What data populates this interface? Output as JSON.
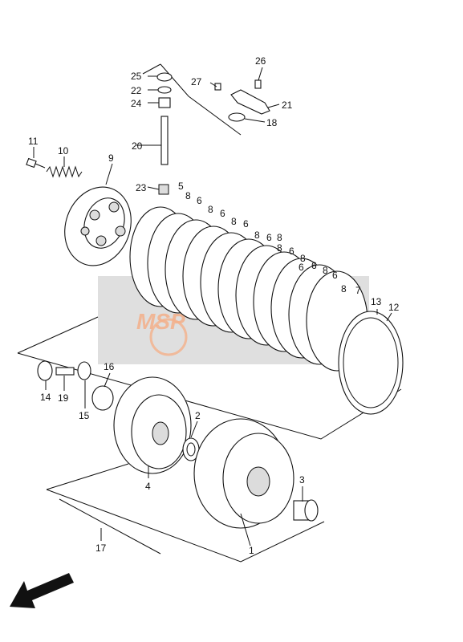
{
  "watermark": {
    "text": "MSP",
    "box_color": "#d9d9d9",
    "logo_color": "#f4b08a"
  },
  "parts": [
    {
      "id": "p1",
      "label": "1"
    },
    {
      "id": "p2",
      "label": "2"
    },
    {
      "id": "p3",
      "label": "3"
    },
    {
      "id": "p4",
      "label": "4"
    },
    {
      "id": "p5",
      "label": "5"
    },
    {
      "id": "p6a",
      "label": "6"
    },
    {
      "id": "p6b",
      "label": "6"
    },
    {
      "id": "p6c",
      "label": "6"
    },
    {
      "id": "p6d",
      "label": "6"
    },
    {
      "id": "p6e",
      "label": "6"
    },
    {
      "id": "p6f",
      "label": "6"
    },
    {
      "id": "p6g",
      "label": "6"
    },
    {
      "id": "p6h",
      "label": "6"
    },
    {
      "id": "p7",
      "label": "7"
    },
    {
      "id": "p8a",
      "label": "8"
    },
    {
      "id": "p8b",
      "label": "8"
    },
    {
      "id": "p8c",
      "label": "8"
    },
    {
      "id": "p8d",
      "label": "8"
    },
    {
      "id": "p8e",
      "label": "8"
    },
    {
      "id": "p8f",
      "label": "8"
    },
    {
      "id": "p8g",
      "label": "8"
    },
    {
      "id": "p8h",
      "label": "8"
    },
    {
      "id": "p8i",
      "label": "8"
    },
    {
      "id": "p9",
      "label": "9"
    },
    {
      "id": "p10",
      "label": "10"
    },
    {
      "id": "p11",
      "label": "11"
    },
    {
      "id": "p12",
      "label": "12"
    },
    {
      "id": "p13",
      "label": "13"
    },
    {
      "id": "p14",
      "label": "14"
    },
    {
      "id": "p15",
      "label": "15"
    },
    {
      "id": "p16",
      "label": "16"
    },
    {
      "id": "p17",
      "label": "17"
    },
    {
      "id": "p18",
      "label": "18"
    },
    {
      "id": "p19",
      "label": "19"
    },
    {
      "id": "p20",
      "label": "20"
    },
    {
      "id": "p21",
      "label": "21"
    },
    {
      "id": "p22",
      "label": "22"
    },
    {
      "id": "p23",
      "label": "23"
    },
    {
      "id": "p24",
      "label": "24"
    },
    {
      "id": "p25",
      "label": "25"
    },
    {
      "id": "p26",
      "label": "26"
    },
    {
      "id": "p27",
      "label": "27"
    }
  ],
  "direction_arrow": {
    "icon": "front-direction-arrow-icon"
  }
}
